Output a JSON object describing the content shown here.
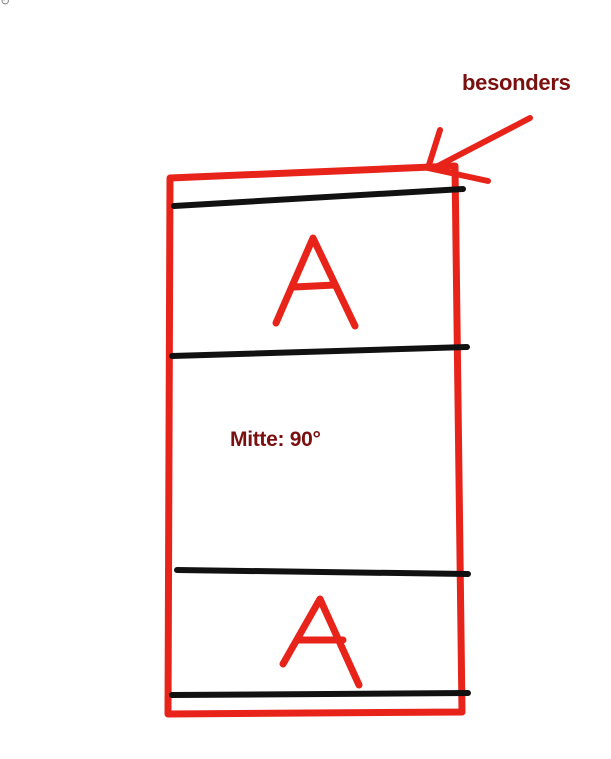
{
  "diagram": {
    "annotation_label": "besonders",
    "center_label": "Mitte: 90°",
    "section_letters": [
      "A",
      "A"
    ]
  },
  "colors": {
    "frame": "#e8231a",
    "strokes": "#111111",
    "text": "#7a1010"
  }
}
